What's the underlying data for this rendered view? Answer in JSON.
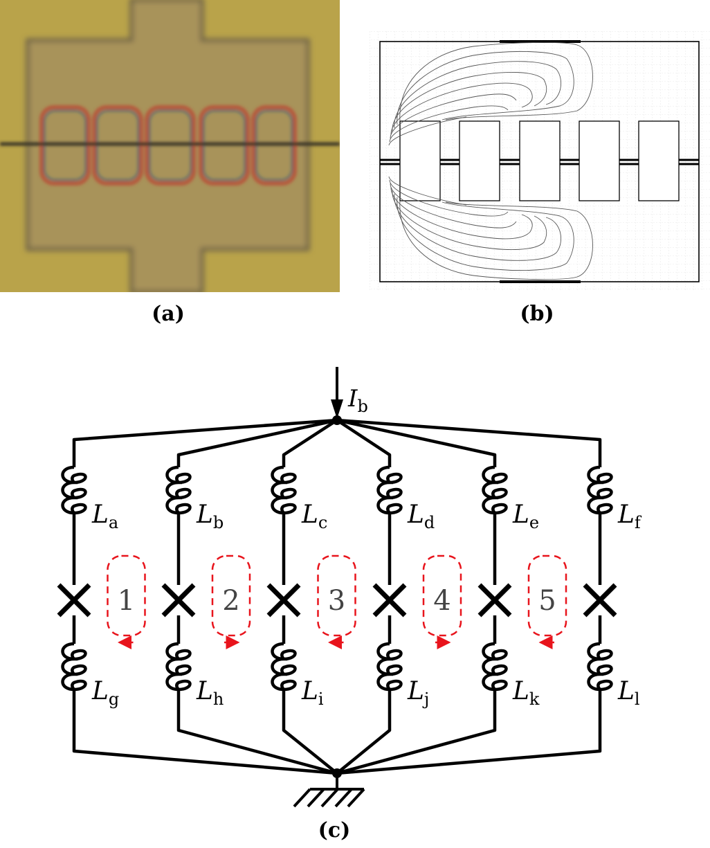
{
  "captions": {
    "a": "(a)",
    "b": "(b)",
    "c": "(c)"
  },
  "circuit": {
    "current_label_main": "I",
    "current_label_sub": "b",
    "inductors_top": [
      {
        "main": "L",
        "sub": "a"
      },
      {
        "main": "L",
        "sub": "b"
      },
      {
        "main": "L",
        "sub": "c"
      },
      {
        "main": "L",
        "sub": "d"
      },
      {
        "main": "L",
        "sub": "e"
      },
      {
        "main": "L",
        "sub": "f"
      }
    ],
    "inductors_bottom": [
      {
        "main": "L",
        "sub": "g"
      },
      {
        "main": "L",
        "sub": "h"
      },
      {
        "main": "L",
        "sub": "i"
      },
      {
        "main": "L",
        "sub": "j"
      },
      {
        "main": "L",
        "sub": "k"
      },
      {
        "main": "L",
        "sub": "l"
      }
    ],
    "loops": [
      {
        "label": "1",
        "direction": "ccw"
      },
      {
        "label": "2",
        "direction": "cw"
      },
      {
        "label": "3",
        "direction": "ccw"
      },
      {
        "label": "4",
        "direction": "cw"
      },
      {
        "label": "5",
        "direction": "ccw"
      }
    ],
    "colors": {
      "wire": "#000000",
      "loop": "#e8141c"
    }
  },
  "micrograph": {
    "colors": {
      "background": "#b7a149",
      "film": "#a69254",
      "ring_red": "#b05a3e",
      "ring_blue": "#3f5f73"
    }
  }
}
